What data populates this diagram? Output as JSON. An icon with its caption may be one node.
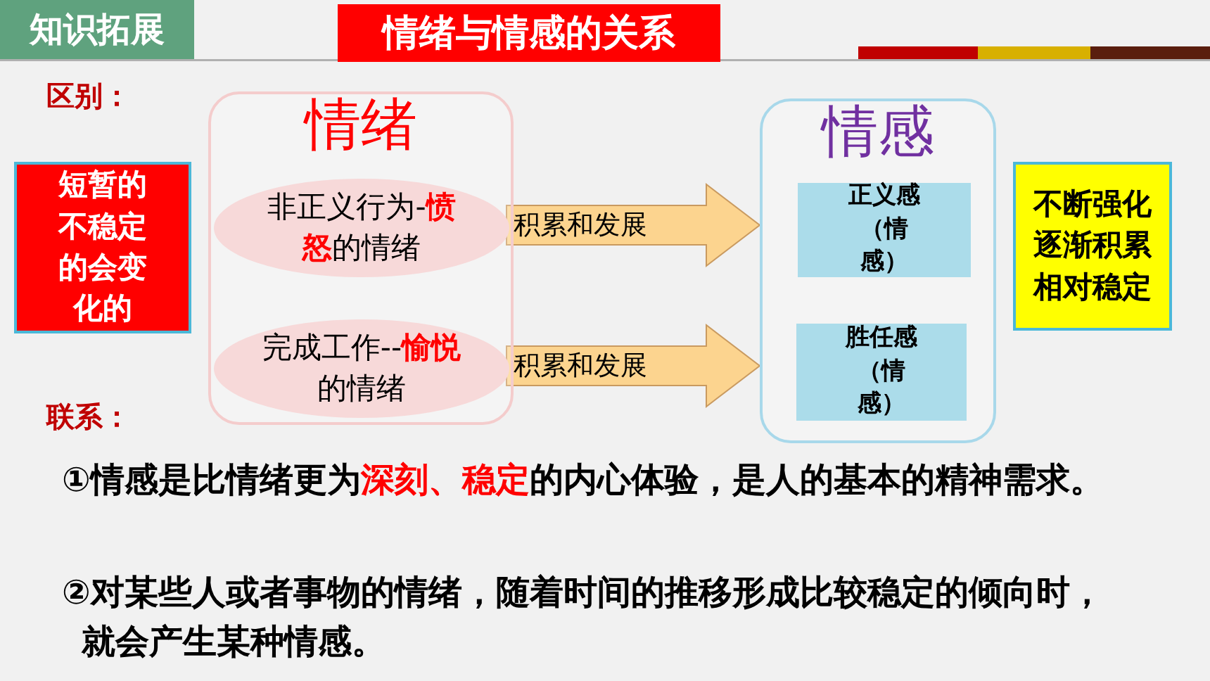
{
  "diagram": {
    "title": "情绪与情感的关系",
    "nodes": [
      {
        "text": [
          "情绪"
        ]
      },
      {
        "text": [
          "非正义行为-**愤怒**的情绪"
        ],
        "in": 0
      },
      {
        "text": [
          "完成工作--**愉悦**的情绪"
        ],
        "in": 0
      },
      {
        "text": [
          "情感"
        ]
      },
      {
        "text": [
          "正义感（情感）"
        ],
        "in": 3
      },
      {
        "text": [
          "胜任感（情感）"
        ],
        "in": 3
      },
      {
        "text": [
          "短暂的不稳定的会变化的"
        ]
      },
      {
        "text": [
          "不断强化逐渐积累相对稳定"
        ]
      }
    ],
    "edges": [
      {
        "from": 1,
        "to": 3,
        "arrow": "to",
        "label": "积累和发展"
      },
      {
        "from": 2,
        "to": 3,
        "arrow": "to",
        "label": "积累和发展"
      }
    ],
    "labels": [
      "知识拓展",
      "区别：",
      "联系：",
      "①情感是比情绪更为**深刻、稳定**的内心体验，是人的基本的精神需求。",
      "②对某些人或者事物的情绪，随着时间的推移形成比较稳定的倾向时，就会产生某种情感。"
    ]
  }
}
